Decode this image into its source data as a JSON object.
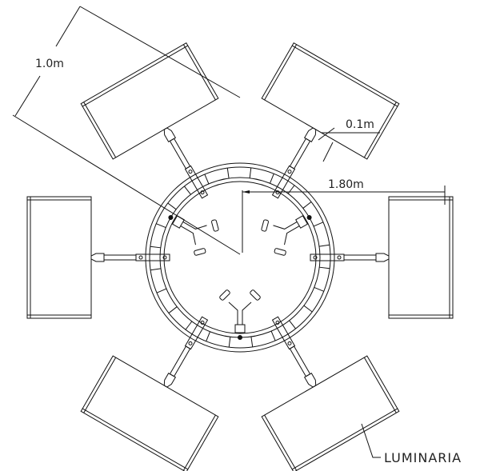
{
  "title": "Plan view: ring with six luminaires",
  "dimensions": {
    "luminaire_length": "1.0m",
    "clearance": "0.1m",
    "radius": "1.80m"
  },
  "labels": {
    "luminaire": "LUMINARIA"
  },
  "luminaire_count": 6,
  "colors": {
    "line": "#111111",
    "background": "#ffffff"
  }
}
